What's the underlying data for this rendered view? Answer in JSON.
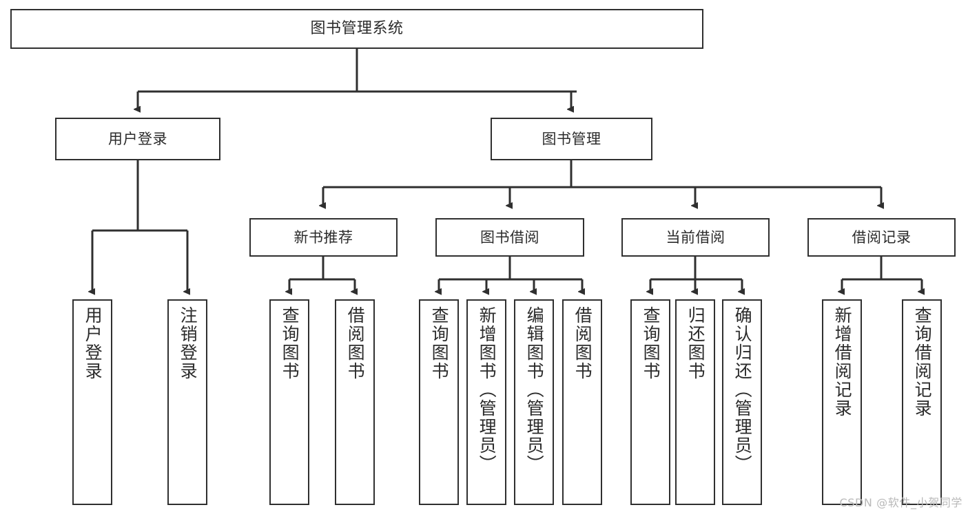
{
  "diagram": {
    "title": "图书管理系统",
    "watermark": "CSDN @软件_小贺同学",
    "stroke_color": "#2f2f2f",
    "fill_color": "#ffffff",
    "text_color": "#2b2b2b",
    "watermark_color": "#b9b9b9"
  },
  "root": {
    "label": "图书管理系统"
  },
  "level2": [
    {
      "label": "用户登录"
    },
    {
      "label": "图书管理"
    }
  ],
  "level3": [
    {
      "label": "新书推荐"
    },
    {
      "label": "图书借阅"
    },
    {
      "label": "当前借阅"
    },
    {
      "label": "借阅记录"
    }
  ],
  "leaves": {
    "user_login": [
      {
        "label": "用户登录"
      },
      {
        "label": "注销登录"
      }
    ],
    "new_book_recommend": [
      {
        "label": "查询图书"
      },
      {
        "label": "借阅图书"
      }
    ],
    "book_borrow": [
      {
        "label": "查询图书"
      },
      {
        "label": "新增图书（管理员）"
      },
      {
        "label": "编辑图书（管理员）"
      },
      {
        "label": "借阅图书"
      }
    ],
    "current_borrow": [
      {
        "label": "查询图书"
      },
      {
        "label": "归还图书"
      },
      {
        "label": "确认归还（管理员）"
      }
    ],
    "borrow_record": [
      {
        "label": "新增借阅记录"
      },
      {
        "label": "查询借阅记录"
      }
    ]
  }
}
